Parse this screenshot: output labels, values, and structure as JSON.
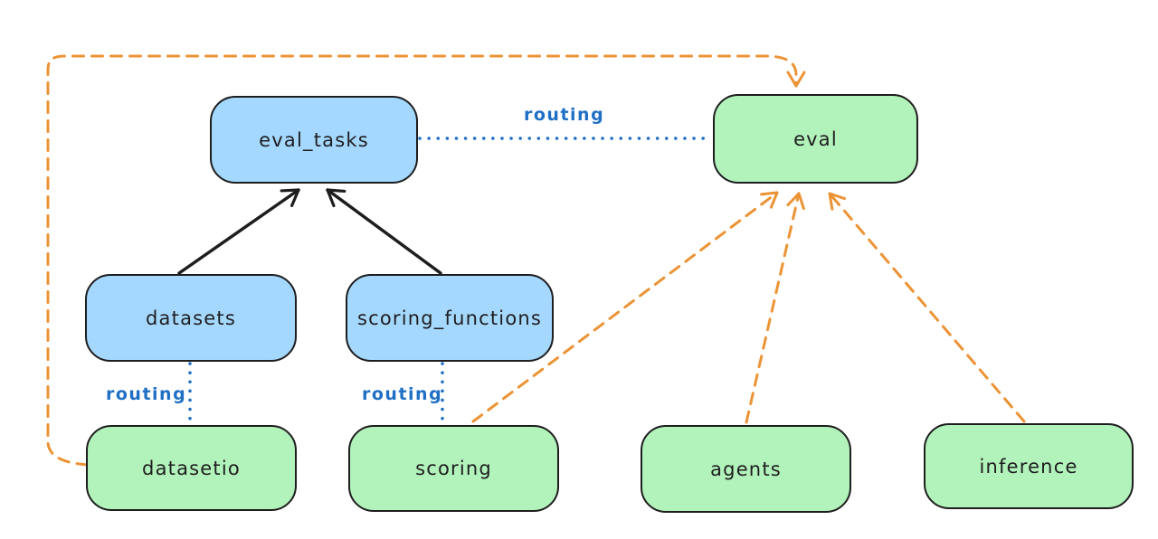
{
  "diagram": {
    "background": "#ffffff",
    "colors": {
      "blue_node_fill": "#a5d8ff",
      "green_node_fill": "#b2f2bb",
      "node_stroke": "#1e1e1e",
      "black_arrow": "#1e1e1e",
      "orange_dashed_arrow": "#ec9335",
      "routing_dotted_line": "#1f6fc5",
      "routing_label_text": "#1f6fc5"
    },
    "nodes": {
      "eval_tasks": {
        "label": "eval_tasks",
        "fill": "blue"
      },
      "eval": {
        "label": "eval",
        "fill": "green"
      },
      "datasets": {
        "label": "datasets",
        "fill": "blue"
      },
      "scoring_functions": {
        "label": "scoring_functions",
        "fill": "blue"
      },
      "datasetio": {
        "label": "datasetio",
        "fill": "green"
      },
      "scoring": {
        "label": "scoring",
        "fill": "green"
      },
      "agents": {
        "label": "agents",
        "fill": "green"
      },
      "inference": {
        "label": "inference",
        "fill": "green"
      }
    },
    "edges": [
      {
        "from": "datasets",
        "to": "eval_tasks",
        "style": "solid-black-arrow"
      },
      {
        "from": "scoring_functions",
        "to": "eval_tasks",
        "style": "solid-black-arrow"
      },
      {
        "from": "eval_tasks",
        "to": "eval",
        "style": "dotted-blue",
        "label": "routing"
      },
      {
        "from": "datasets",
        "to": "datasetio",
        "style": "dotted-blue",
        "label": "routing"
      },
      {
        "from": "scoring_functions",
        "to": "scoring",
        "style": "dotted-blue",
        "label": "routing"
      },
      {
        "from": "datasetio",
        "to": "eval",
        "style": "dashed-orange-arrow",
        "route": "left-and-over-top"
      },
      {
        "from": "scoring",
        "to": "eval",
        "style": "dashed-orange-arrow"
      },
      {
        "from": "agents",
        "to": "eval",
        "style": "dashed-orange-arrow"
      },
      {
        "from": "inference",
        "to": "eval",
        "style": "dashed-orange-arrow"
      }
    ],
    "edge_labels": {
      "routing_top": {
        "text": "routing"
      },
      "routing_datasets": {
        "text": "routing"
      },
      "routing_scoring": {
        "text": "routing"
      }
    }
  }
}
